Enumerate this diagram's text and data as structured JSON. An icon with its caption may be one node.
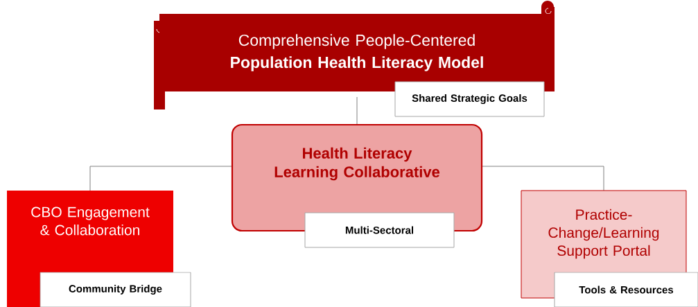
{
  "diagram": {
    "nodes": [
      {
        "text": [
          "Comprehensive People-Centered",
          "Population Health Literacy Model"
        ]
      },
      {
        "text": [
          "Shared Strategic Goals"
        ]
      },
      {
        "text": [
          "Health Literacy Learning Collaborative"
        ]
      },
      {
        "text": [
          "Multi-Sectoral"
        ]
      },
      {
        "text": [
          "CBO Engagement & Collaboration"
        ]
      },
      {
        "text": [
          "Community Bridge"
        ]
      },
      {
        "text": [
          "Practice-Change/Learning Support Portal"
        ]
      },
      {
        "text": [
          "Tools & Resources"
        ]
      }
    ],
    "edges": [
      {
        "from": 0,
        "to": 2,
        "arrow": "none"
      },
      {
        "from": 2,
        "to": 4,
        "arrow": "none"
      },
      {
        "from": 2,
        "to": 6,
        "arrow": "none"
      }
    ]
  }
}
